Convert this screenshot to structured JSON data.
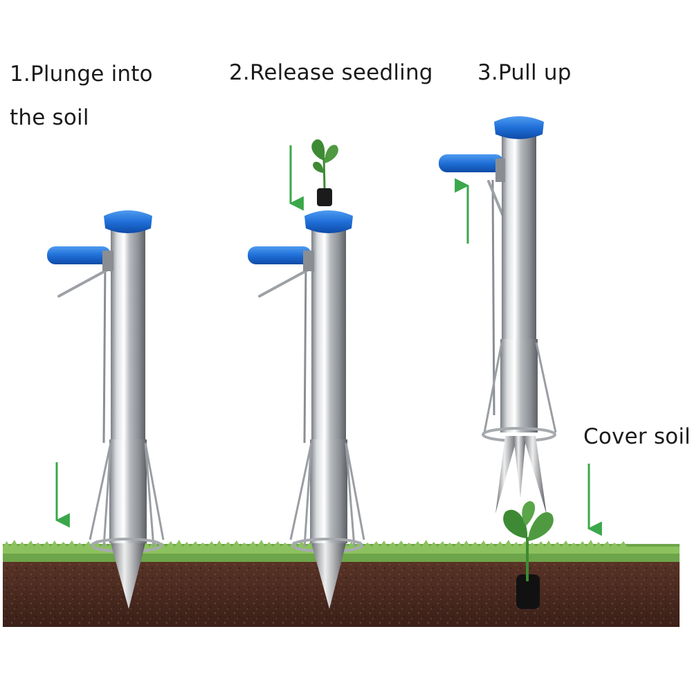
{
  "steps": [
    {
      "number": 1,
      "line1": "1.Plunge into",
      "line2": "the soil"
    },
    {
      "number": 2,
      "line1": "2.Release seedling"
    },
    {
      "number": 3,
      "line1": "3.Pull up"
    }
  ],
  "cover_label": "Cover soil",
  "colors": {
    "handle_blue": "#1f6fd8",
    "arrow_green": "#3aa84a",
    "steel": "#c9ccd0",
    "soil": "#4a2a20",
    "grass": "#6da54a",
    "leaf": "#3e8a34"
  }
}
